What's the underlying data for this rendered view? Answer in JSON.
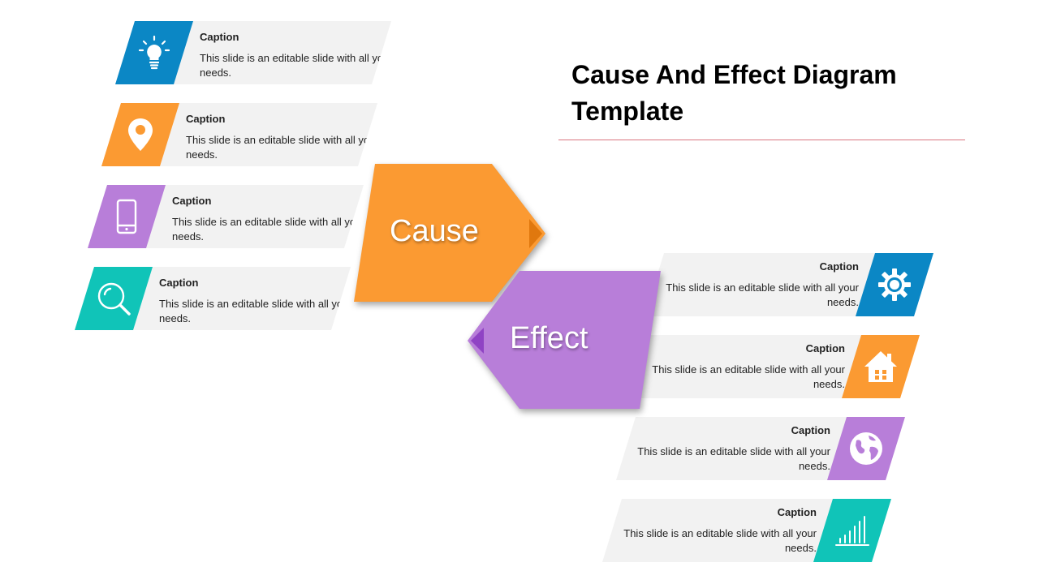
{
  "title": "Cause And Effect Diagram Template",
  "colors": {
    "blue": "#0b87c5",
    "orange": "#fb9a32",
    "purple": "#b87ed9",
    "teal": "#10c4b8",
    "rule": "#d9757f",
    "bar": "#f2f2f2"
  },
  "cause": {
    "label": "Cause",
    "items": [
      {
        "icon": "lightbulb-icon",
        "caption": "Caption",
        "text": "This slide is an editable slide with all your needs."
      },
      {
        "icon": "map-pin-icon",
        "caption": "Caption",
        "text": "This slide is an editable slide with all your needs."
      },
      {
        "icon": "smartphone-icon",
        "caption": "Caption",
        "text": "This slide is an editable slide with all your needs."
      },
      {
        "icon": "magnifier-icon",
        "caption": "Caption",
        "text": "This slide is an editable slide with all your needs."
      }
    ]
  },
  "effect": {
    "label": "Effect",
    "items": [
      {
        "icon": "gear-icon",
        "caption": "Caption",
        "text": "This slide is an editable slide with all your needs."
      },
      {
        "icon": "house-icon",
        "caption": "Caption",
        "text": "This slide is an editable slide with all your needs."
      },
      {
        "icon": "globe-icon",
        "caption": "Caption",
        "text": "This slide is an editable slide with all your needs."
      },
      {
        "icon": "bar-chart-icon",
        "caption": "Caption",
        "text": "This slide is an editable slide with all your needs."
      }
    ]
  }
}
